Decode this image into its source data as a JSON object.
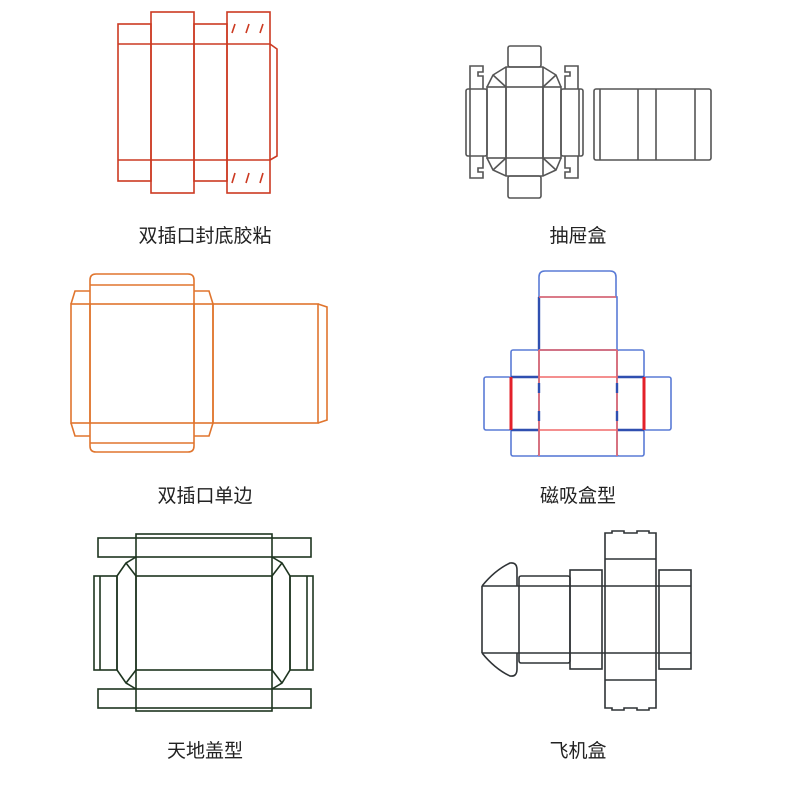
{
  "diagrams": [
    {
      "label": "双插口封底胶粘",
      "color": "#cc3a22"
    },
    {
      "label": "抽屉盒",
      "color": "#555555"
    },
    {
      "label": "双插口单边",
      "color": "#e0752e"
    },
    {
      "label": "磁吸盒型",
      "color": "#5a7bd6"
    },
    {
      "label": "天地盖型",
      "color": "#1e3520"
    },
    {
      "label": "飞机盒",
      "color": "#2f3336"
    }
  ]
}
